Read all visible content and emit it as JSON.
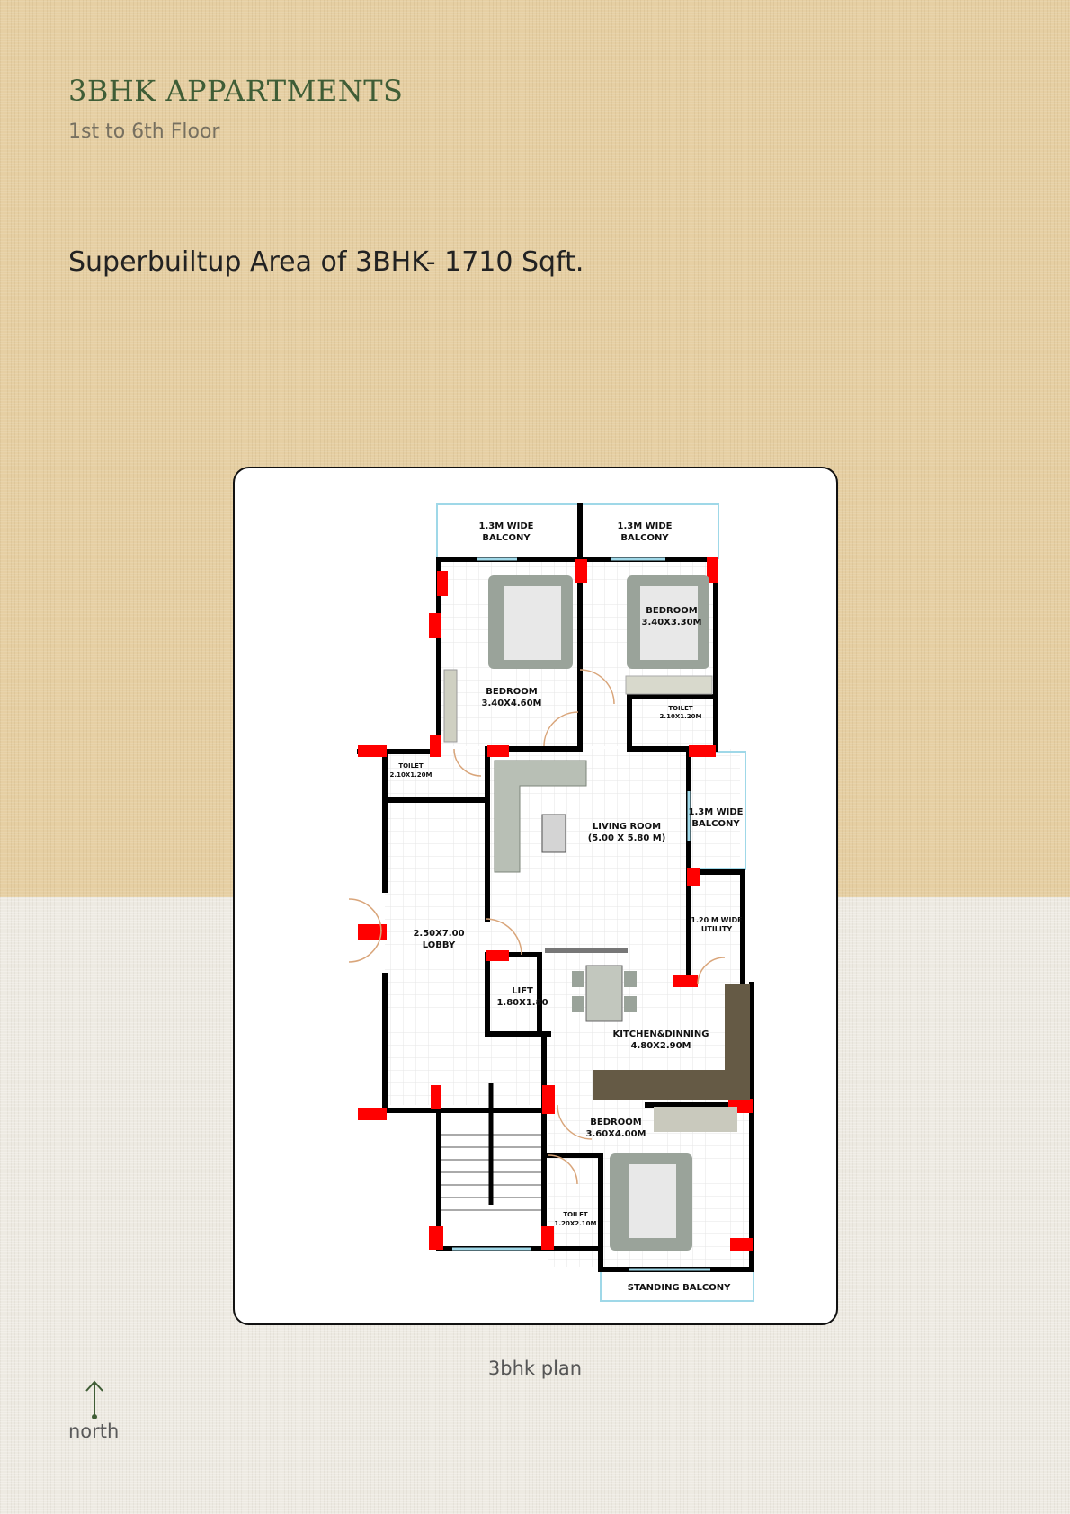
{
  "header": {
    "title": "3BHK APPARTMENTS",
    "subtitle": "1st to 6th Floor",
    "area_text": "Superbuiltup Area of 3BHK- 1710  Sqft."
  },
  "plan": {
    "caption": "3bhk plan",
    "north_label": "north",
    "rooms": {
      "balcony_1": [
        "1.3M WIDE",
        "BALCONY"
      ],
      "balcony_2": [
        "1.3M WIDE",
        "BALCONY"
      ],
      "bedroom_1": [
        "BEDROOM",
        "3.40X3.30M"
      ],
      "bedroom_2": [
        "BEDROOM",
        "3.40X4.60M"
      ],
      "toilet_1": [
        "TOILET",
        "2.10X1.20M"
      ],
      "toilet_2": [
        "TOILET",
        "2.10X1.20M"
      ],
      "balcony_3": [
        "1.3M WIDE",
        "BALCONY"
      ],
      "living": [
        "LIVING  ROOM",
        "(5.00 X 5.80 M)"
      ],
      "utility": [
        "1.20 M WIDE",
        "UTILITY"
      ],
      "lobby": [
        "2.50X7.00",
        "LOBBY"
      ],
      "lift": [
        "LIFT",
        "1.80X1.80"
      ],
      "kitchen": [
        "KITCHEN&DINNING",
        "4.80X2.90M"
      ],
      "bedroom_3": [
        "BEDROOM",
        "3.60X4.00M"
      ],
      "toilet_3": [
        "TOILET",
        "1.20X2.10M"
      ],
      "standing_balcony": [
        "STANDING BALCONY"
      ]
    }
  },
  "colors": {
    "title": "#3f5d36",
    "wall": "#000000",
    "column": "#ff0000",
    "glass": "#9fd8e8",
    "furniture": "#9aa39a",
    "kitchen_counter": "#655a45"
  }
}
